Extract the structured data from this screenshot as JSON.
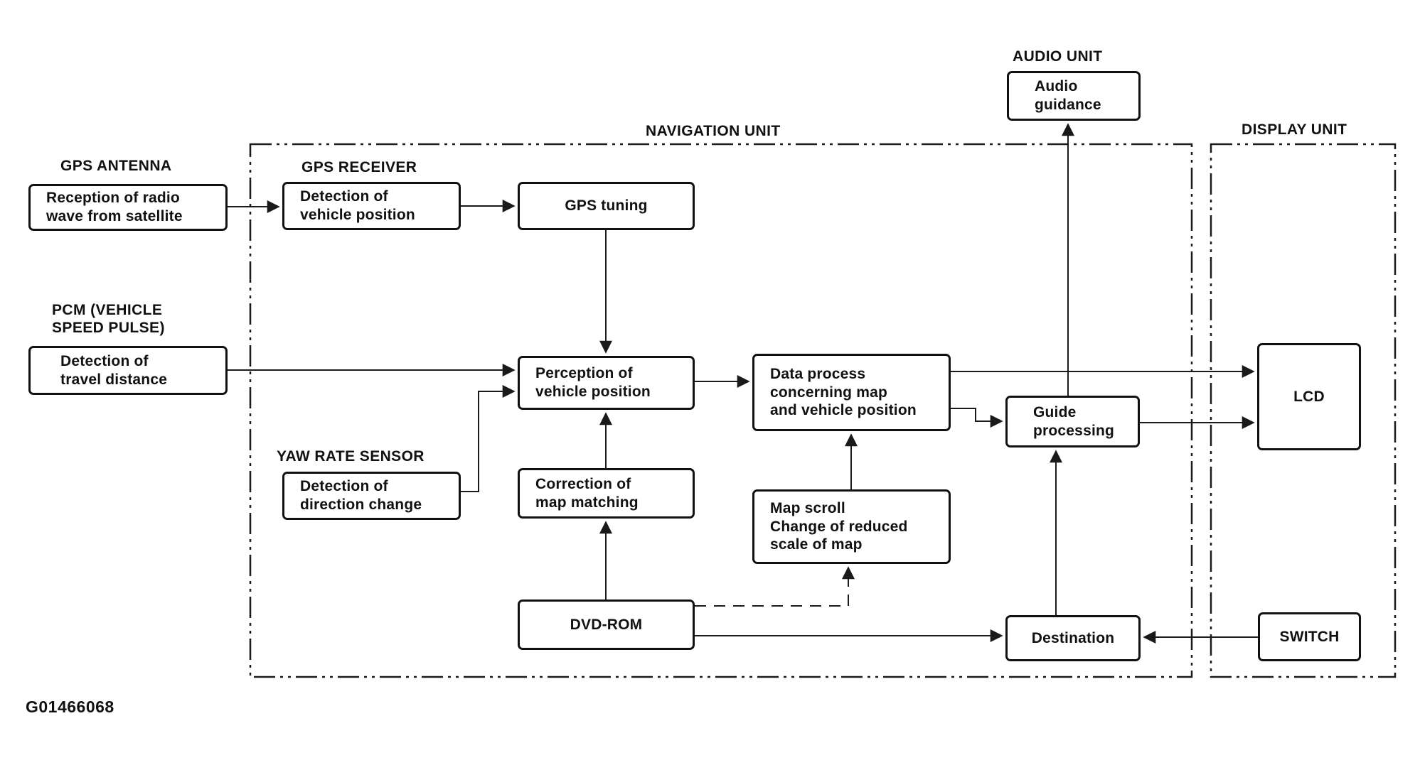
{
  "figure": {
    "id": "G01466068"
  },
  "units": {
    "audio": "AUDIO UNIT",
    "navigation": "NAVIGATION UNIT",
    "display": "DISPLAY UNIT"
  },
  "external_labels": {
    "gps_antenna": "GPS ANTENNA",
    "gps_receiver": "GPS RECEIVER",
    "pcm": "PCM (VEHICLE\nSPEED PULSE)",
    "yaw_rate_sensor": "YAW RATE SENSOR"
  },
  "blocks": {
    "reception": "Reception of radio\nwave from satellite",
    "gps_detection": "Detection of\nvehicle position",
    "gps_tuning": "GPS tuning",
    "audio_guidance": "Audio\nguidance",
    "travel_distance": "Detection of\ntravel distance",
    "perception": "Perception of\nvehicle position",
    "data_process": "Data process\nconcerning map\nand vehicle position",
    "guide_processing": "Guide\nprocessing",
    "lcd": "LCD",
    "direction_change": "Detection of\ndirection change",
    "map_matching": "Correction of\nmap matching",
    "map_scroll": "Map scroll\nChange of reduced\nscale of map",
    "dvd_rom": "DVD-ROM",
    "destination": "Destination",
    "switch": "SWITCH"
  },
  "colors": {
    "line": "#1a1a1a",
    "background": "#ffffff"
  }
}
